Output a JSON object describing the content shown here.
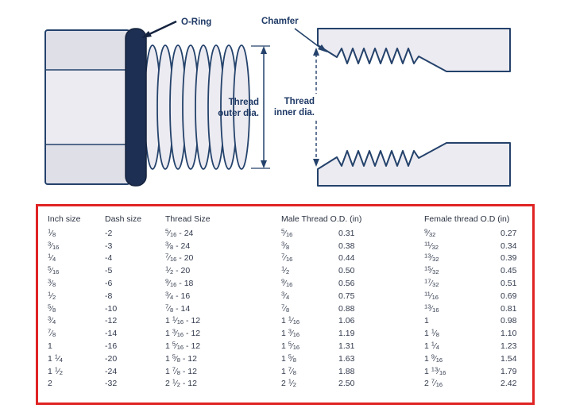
{
  "diagram": {
    "labels": {
      "oring": "O-Ring",
      "chamfer": "Chamfer",
      "outer_l1": "Thread",
      "outer_l2": "outer dia.",
      "inner_l1": "Thread",
      "inner_l2": "inner dia."
    },
    "colors": {
      "outline": "#24426b",
      "fill_light": "#ecebf1",
      "fill_shade": "#dfdfe8",
      "fill_dark": "#1d2f52",
      "label_text": "#1f3a66",
      "table_border_red": "#e02424"
    }
  },
  "table": {
    "headers": {
      "inch": "Inch size",
      "dash": "Dash size",
      "thread": "Thread Size",
      "male": "Male Thread O.D. (in)",
      "female": "Female thread O.D (in)"
    },
    "rows": [
      [
        "1/8",
        "-2",
        "5/16 - 24",
        "5/16",
        "0.31",
        "9/32",
        "0.27"
      ],
      [
        "3/16",
        "-3",
        "3/8 - 24",
        "3/8",
        "0.38",
        "11/32",
        "0.34"
      ],
      [
        "1/4",
        "-4",
        "7/16 - 20",
        "7/16",
        "0.44",
        "13/32",
        "0.39"
      ],
      [
        "5/16",
        "-5",
        "1/2 - 20",
        "1/2",
        "0.50",
        "15/32",
        "0.45"
      ],
      [
        "3/8",
        "-6",
        "9/16 - 18",
        "9/16",
        "0.56",
        "17/32",
        "0.51"
      ],
      [
        "1/2",
        "-8",
        "3/4 - 16",
        "3/4",
        "0.75",
        "11/16",
        "0.69"
      ],
      [
        "5/8",
        "-10",
        "7/8 - 14",
        "7/8",
        "0.88",
        "13/16",
        "0.81"
      ],
      [
        "3/4",
        "-12",
        "1 1/16 - 12",
        "1 1/16",
        "1.06",
        "1",
        "0.98"
      ],
      [
        "7/8",
        "-14",
        "1 3/16 - 12",
        "1 3/16",
        "1.19",
        "1 1/8",
        "1.10"
      ],
      [
        "1",
        "-16",
        "1 5/16 - 12",
        "1 5/16",
        "1.31",
        "1 1/4",
        "1.23"
      ],
      [
        "1 1/4",
        "-20",
        "1 5/8 - 12",
        "1 5/8",
        "1.63",
        "1 9/16",
        "1.54"
      ],
      [
        "1 1/2",
        "-24",
        "1 7/8 - 12",
        "1 7/8",
        "1.88",
        "1 13/16",
        "1.79"
      ],
      [
        "2",
        "-32",
        "2 1/2 - 12",
        "2 1/2",
        "2.50",
        "2 7/16",
        "2.42"
      ]
    ]
  }
}
